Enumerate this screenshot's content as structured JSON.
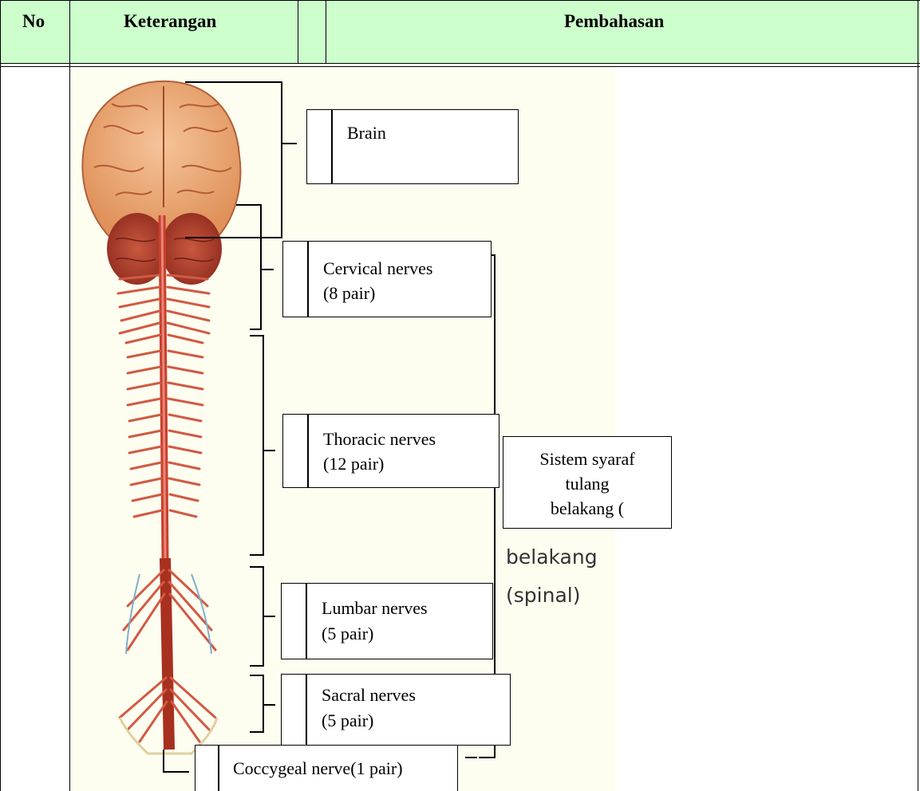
{
  "table": {
    "headers": {
      "no": "No",
      "keterangan": "Keterangan",
      "pembahasan": "Pembahasan"
    }
  },
  "figure": {
    "image_text": {
      "line1": "belakang",
      "line2": "(spinal)"
    },
    "labels": {
      "brain": "Brain",
      "cervical": {
        "line1": "Cervical nerves",
        "line2": "(8 pair)"
      },
      "thoracic": {
        "line1": "Thoracic nerves",
        "line2": "(12 pair)"
      },
      "lumbar": {
        "line1": "Lumbar nerves",
        "line2": "(5 pair)"
      },
      "sacral": {
        "line1": "Sacral nerves",
        "line2": "(5 pair)"
      },
      "coccygeal": "Coccygeal nerve(1 pair)",
      "spinal_system": {
        "line1": "Sistem syaraf",
        "line2": "tulang",
        "line3": "belakang ("
      }
    }
  },
  "colors": {
    "header_bg": "#ccffcc",
    "brain": "#e8a068",
    "nerve": "#c8402a"
  }
}
